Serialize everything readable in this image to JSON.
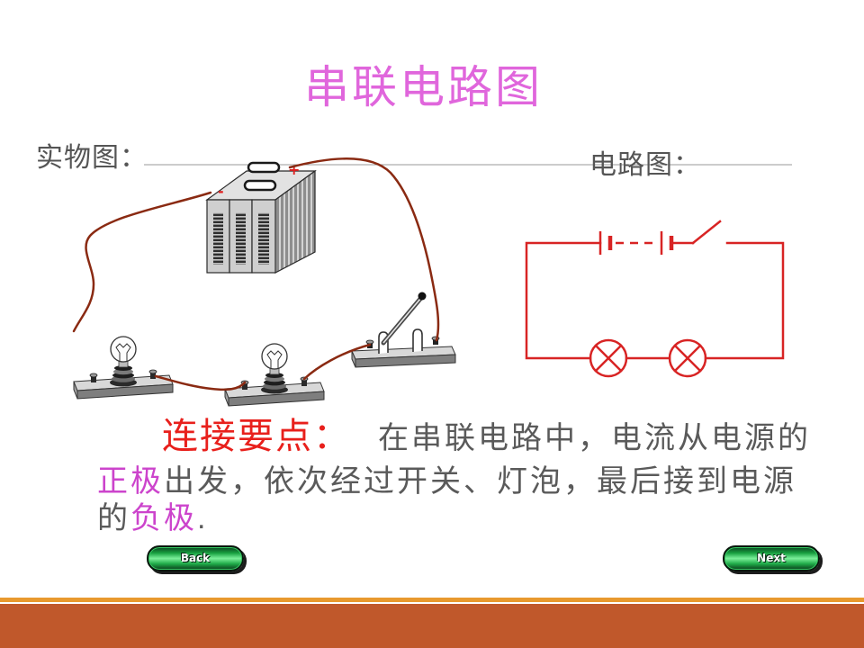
{
  "slide": {
    "title": "串联电路图",
    "physical_label": "实物图：",
    "circuit_label": "电路图：",
    "battery_marks": {
      "positive": "+",
      "negative": "-"
    },
    "key_points": {
      "heading": "连接要点：",
      "line1": "在串联电路中，电流从电源的",
      "positive_pole": "正极",
      "line2": "出发，依次经过开关、灯泡，最后接到电源",
      "line3_lead": "的",
      "negative_pole": "负极",
      "line3_end": "."
    },
    "nav": {
      "back_label": "Back",
      "next_label": "Next"
    },
    "colors": {
      "title": "#e066dc",
      "label_text": "#555555",
      "body_text": "#5a5a5a",
      "heading": "#e8201c",
      "emphasis": "#cc44cc",
      "circuit": "#d82424",
      "wire": "#8a2a12",
      "divider": "#9a9a9a",
      "accent_line": "#e8992e",
      "footer": "#c0582b"
    }
  }
}
